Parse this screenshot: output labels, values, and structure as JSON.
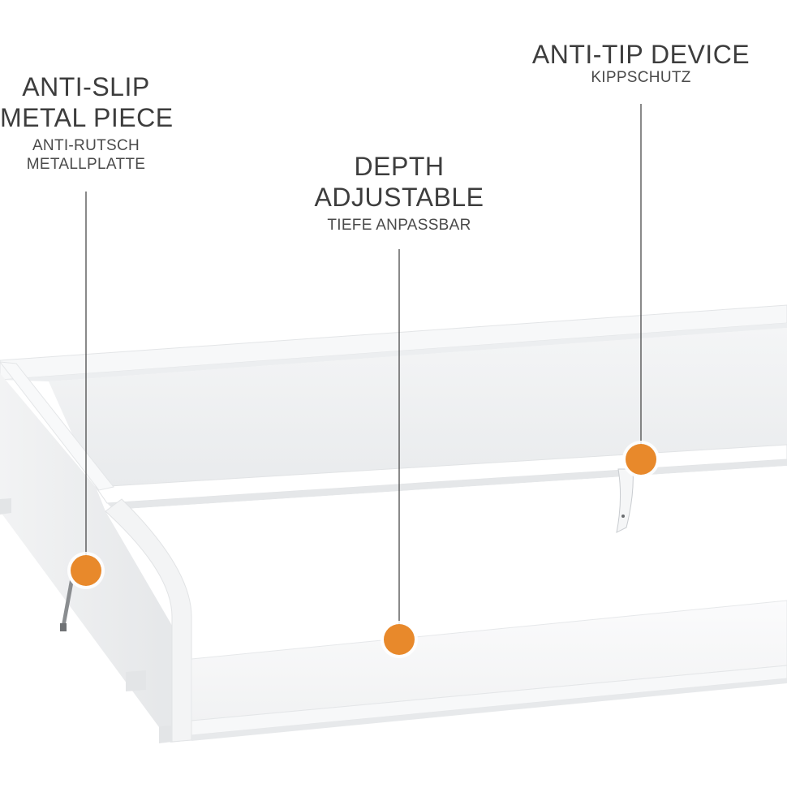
{
  "callouts": {
    "anti_slip": {
      "title_line1": "ANTI-SLIP",
      "title_line2": "METAL PIECE",
      "subtitle_line1": "ANTI-RUTSCH",
      "subtitle_line2": "METALLPLATTE"
    },
    "depth": {
      "title_line1": "DEPTH",
      "title_line2": "ADJUSTABLE",
      "subtitle": "TIEFE ANPASSBAR"
    },
    "anti_tip": {
      "title": "ANTI-TIP DEVICE",
      "subtitle": "KIPPSCHUTZ"
    }
  },
  "colors": {
    "marker": "#e8892b",
    "leader_line": "#4a4a4a",
    "board": "#ffffff",
    "board_shadow": "#e6e8ea"
  },
  "icons": [
    "anti-slip-metal-piece-icon",
    "anti-tip-bracket-icon"
  ]
}
